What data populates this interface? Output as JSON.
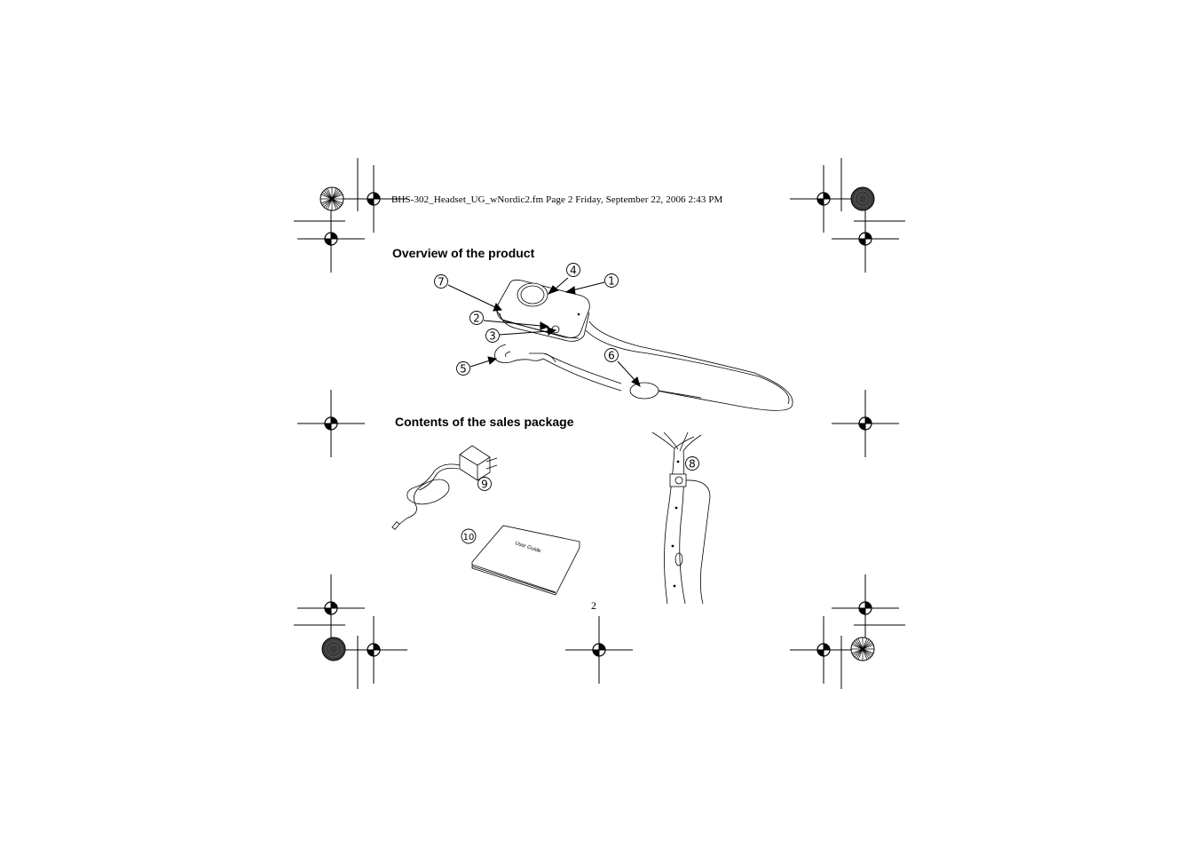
{
  "header": {
    "file_info": "BHS-302_Headset_UG_wNordic2.fm  Page 2  Friday, September 22, 2006  2:43 PM"
  },
  "sections": {
    "overview_title": "Overview of the product",
    "package_title": "Contents of the sales package"
  },
  "callouts": [
    "1",
    "2",
    "3",
    "4",
    "5",
    "6",
    "7",
    "8",
    "9",
    "10"
  ],
  "manual_cover_text": "User Guide",
  "page_number": "2",
  "colors": {
    "ink": "#000000",
    "paper": "#ffffff"
  },
  "icons": [
    "registration-target-icon",
    "starburst-mark-icon"
  ]
}
